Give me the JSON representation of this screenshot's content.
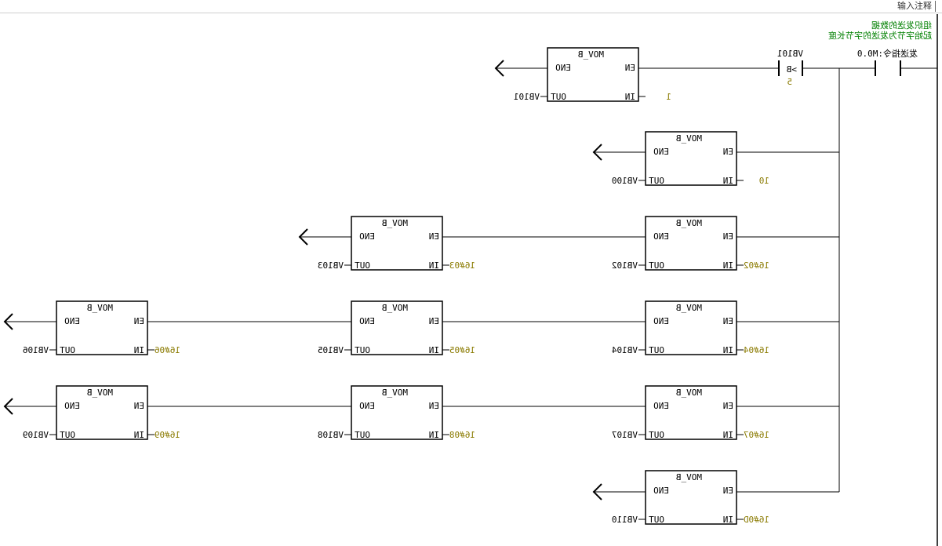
{
  "toolbar": {
    "comment_input_label": "输入注释"
  },
  "network_comment": {
    "line1": "组织发送的数据",
    "line2": "起始字节为发送的字节长度"
  },
  "colors": {
    "wire": "#000000",
    "constant": "#8a7a00",
    "comment": "#008000"
  },
  "contact": {
    "address": "M0.0",
    "label": "发送指令"
  },
  "compare": {
    "operator": ">B",
    "left_operand": "VB101",
    "right_operand": "5"
  },
  "block_type": "MOV_B",
  "pins": {
    "en": "EN",
    "eno": "ENO",
    "in": "IN",
    "out": "OUT"
  },
  "blocks": [
    {
      "in": "1",
      "out": "VB101"
    },
    {
      "in": "10",
      "out": "VB100"
    },
    {
      "in": "16#02",
      "out": "VB102"
    },
    {
      "in": "16#03",
      "out": "VB103"
    },
    {
      "in": "16#04",
      "out": "VB104"
    },
    {
      "in": "16#05",
      "out": "VB105"
    },
    {
      "in": "16#06",
      "out": "VB106"
    },
    {
      "in": "16#07",
      "out": "VB107"
    },
    {
      "in": "16#08",
      "out": "VB108"
    },
    {
      "in": "16#09",
      "out": "VB109"
    },
    {
      "in": "16#0D",
      "out": "VB110"
    }
  ]
}
